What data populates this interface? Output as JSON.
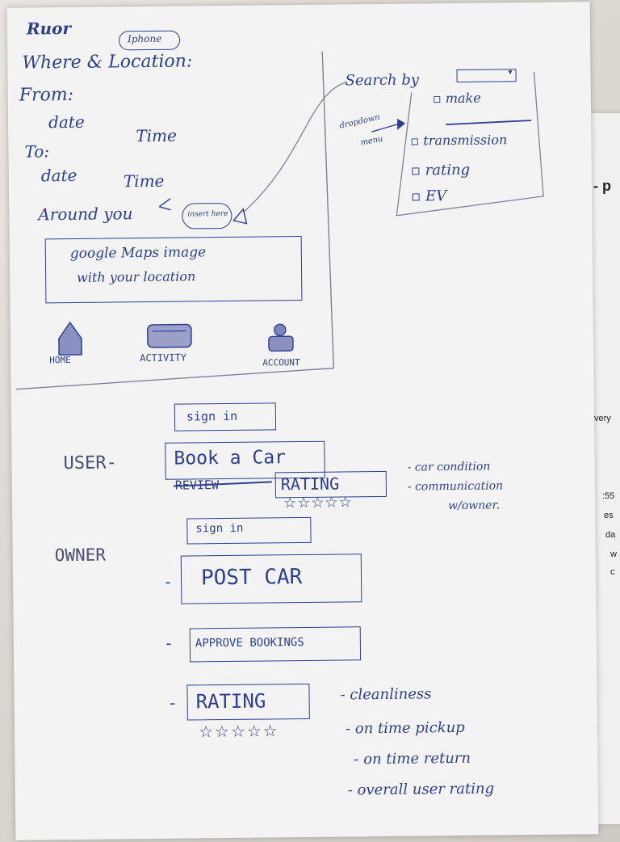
{
  "top": {
    "title": "Ruor",
    "device": "Iphone",
    "where_heading": "Where & Location:",
    "from_label": "From:",
    "from_date": "date",
    "from_time": "Time",
    "to_label": "To:",
    "to_date": "date",
    "to_time": "Time",
    "around_you": "Around you",
    "insert_here": "insert here",
    "map_placeholder_line1": "google Maps image",
    "map_placeholder_line2": "with your location"
  },
  "nav": {
    "home": "HOME",
    "activity": "ACTIVITY",
    "account": "ACCOUNT"
  },
  "search": {
    "label": "Search by",
    "dropdown_note": "dropdown",
    "arrow_note": "menu",
    "options": [
      "make",
      "transmission",
      "rating",
      "EV"
    ]
  },
  "user": {
    "sign_in": "sign in",
    "label": "USER-",
    "book_car": "Book a Car",
    "review_struck": "REVIEW",
    "rating": "RATING",
    "stars": "☆☆☆☆☆",
    "notes": [
      "- car condition",
      "- communication",
      "w/owner."
    ]
  },
  "owner": {
    "sign_in": "sign in",
    "label": "OWNER",
    "post_car": "POST CAR",
    "approve": "APPROVE BOOKINGS",
    "rating": "RATING",
    "stars": "☆☆☆☆☆",
    "criteria": [
      "- cleanliness",
      "- on time pickup",
      "- on time return",
      "- overall user rating"
    ]
  },
  "side_paper": {
    "heading": "on - p",
    "fragments": [
      "very",
      ":55",
      "es",
      "da",
      "w",
      "c"
    ]
  }
}
